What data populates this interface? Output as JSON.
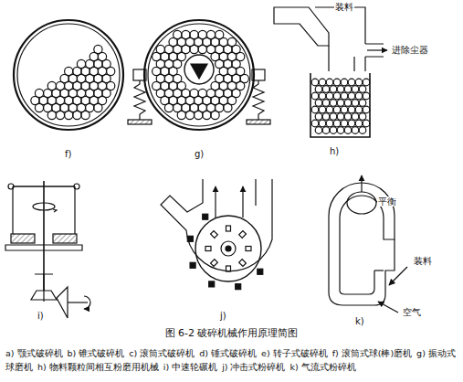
{
  "diagram": {
    "caption": "图 6-2 破碎机械作用原理简图",
    "labels": [
      "f)",
      "g)",
      "h)",
      "装料",
      "进除尘器",
      "i)",
      "j)",
      "平衡",
      "装料",
      "k)",
      "空气",
      "a) 颚式破碎机",
      "b) 锥式破碎机",
      "c) 滚筒式破碎机",
      "d) 锤式破碎机",
      "e) 转子式破碎机",
      "f) 滚筒式球(棒)磨机",
      "g) 振动式球磨机",
      "h) 物料颗粒间相互粉磨用机械",
      "i) 中速轮碾机",
      "j) 冲击式粉碎机",
      "k) 气流式粉碎机"
    ]
  }
}
